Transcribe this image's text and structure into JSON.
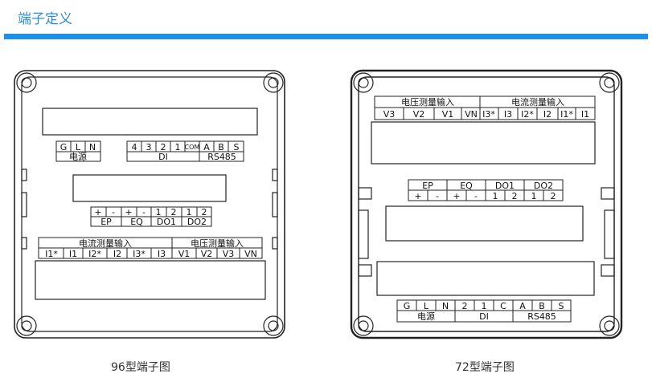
{
  "header": {
    "title": "端子定义"
  },
  "captions": {
    "left": "96型端子图",
    "right": "72型端子图"
  },
  "d96": {
    "top_block": {
      "cells": [
        "G",
        "L",
        "N"
      ],
      "label": "电源"
    },
    "di_block": {
      "cells": [
        "4",
        "3",
        "2",
        "1",
        "COM"
      ],
      "label": "DI"
    },
    "rs485_block": {
      "cells": [
        "A",
        "B",
        "S"
      ],
      "label": "RS485"
    },
    "pulse_block": {
      "signs": [
        "+",
        "-",
        "+",
        "-"
      ],
      "do_nums": [
        "1",
        "2",
        "1",
        "2"
      ],
      "labels": [
        "EP",
        "EQ",
        "DO1",
        "DO2"
      ]
    },
    "measure_block": {
      "current_title": "电流测量输入",
      "voltage_title": "电压测量输入",
      "cells": [
        "I1*",
        "I1",
        "I2*",
        "I2",
        "I3*",
        "I3",
        "V1",
        "V2",
        "V3",
        "VN"
      ]
    }
  },
  "d72": {
    "measure_block": {
      "voltage_title": "电压测量输入",
      "current_title": "电流测量输入",
      "cells": [
        "V3",
        "V2",
        "V1",
        "VN",
        "I3*",
        "I3",
        "I2*",
        "I2",
        "I1*",
        "I1"
      ]
    },
    "pulse_block": {
      "labels": [
        "EP",
        "EQ",
        "DO1",
        "DO2"
      ],
      "signs": [
        "+",
        "-",
        "+",
        "-"
      ],
      "do_nums": [
        "1",
        "2",
        "1",
        "2"
      ]
    },
    "bottom_block": {
      "cells": [
        "G",
        "L",
        "N",
        "2",
        "1",
        "C",
        "A",
        "B",
        "S"
      ],
      "labels": [
        "电源",
        "DI",
        "RS485"
      ]
    }
  }
}
